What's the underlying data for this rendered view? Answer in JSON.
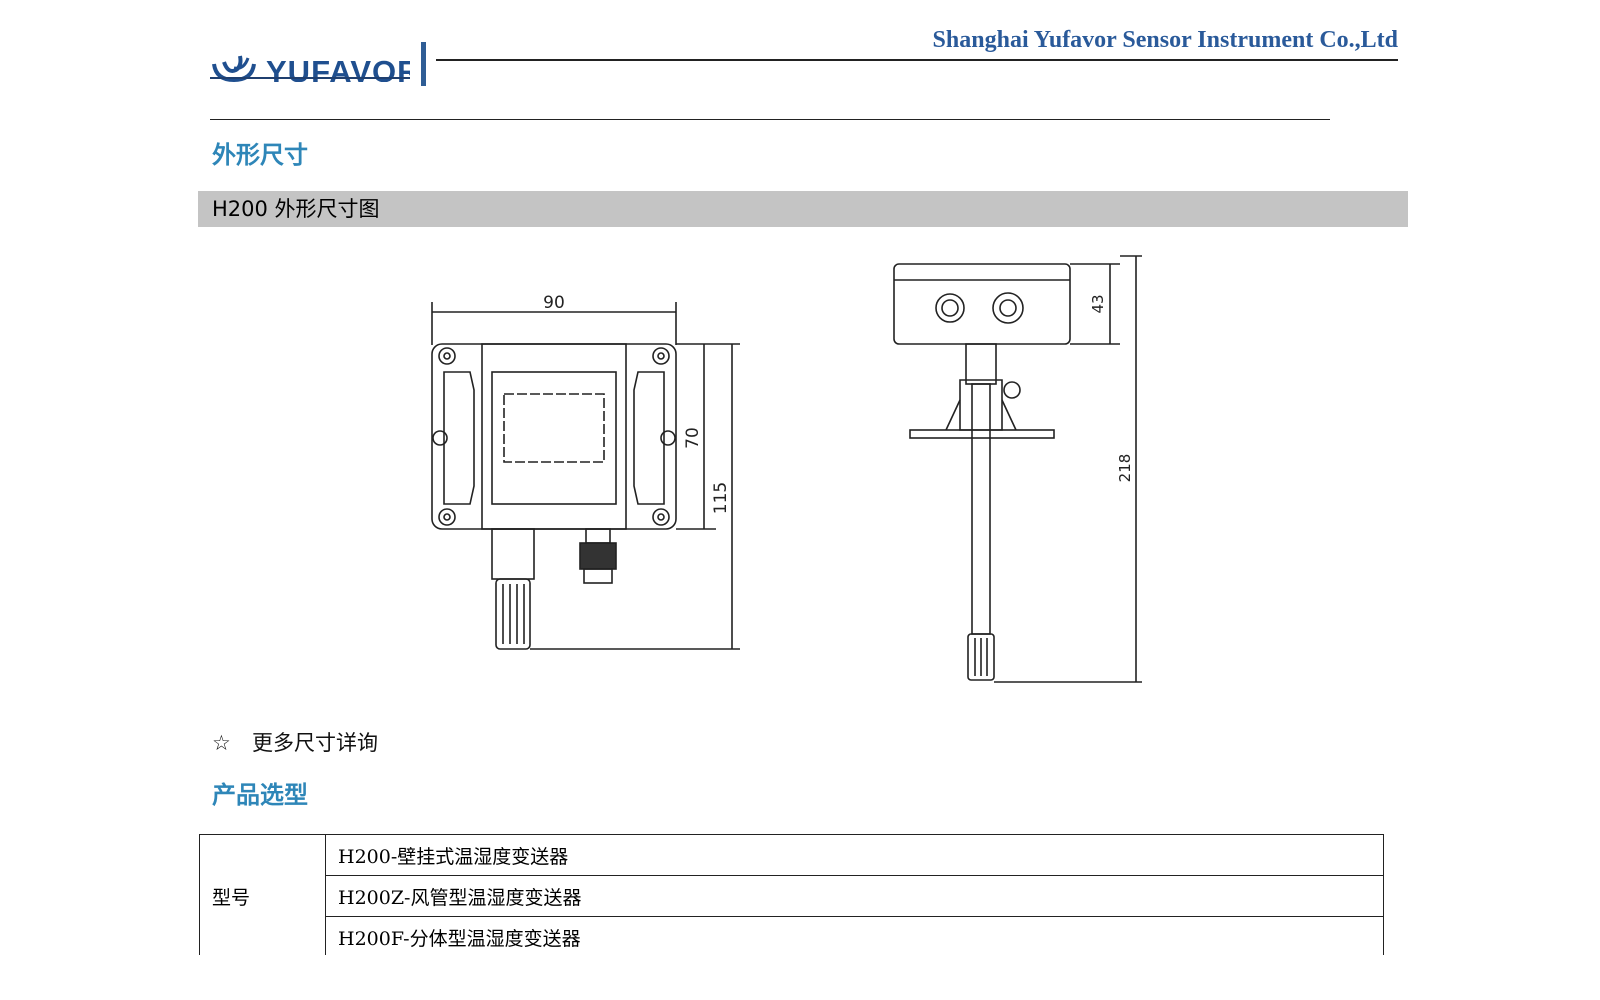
{
  "header": {
    "logo_text": "YUFAVOR",
    "company": "Shanghai Yufavor Sensor Instrument Co.,Ltd"
  },
  "sections": {
    "outline_title": "外形尺寸",
    "figure_label": "H200 外形尺寸图",
    "selection_title": "产品选型"
  },
  "front_view": {
    "dimensions": {
      "width": "90",
      "body_height": "70",
      "total_height": "115"
    }
  },
  "side_view": {
    "dimensions": {
      "box_height": "43",
      "total_height": "218"
    }
  },
  "note": {
    "icon": "star-icon",
    "star": "☆",
    "text": "更多尺寸详询"
  },
  "model_table": {
    "label": "型号",
    "rows": [
      "H200-壁挂式温湿度变送器",
      "H200Z-风管型温湿度变送器",
      "H200F-分体型温湿度变送器"
    ]
  },
  "colors": {
    "logo": "#1f4f8f",
    "heading": "#2e86b8",
    "figure_bar": "#c4c4c4",
    "header_bar": "#2f5d95"
  }
}
